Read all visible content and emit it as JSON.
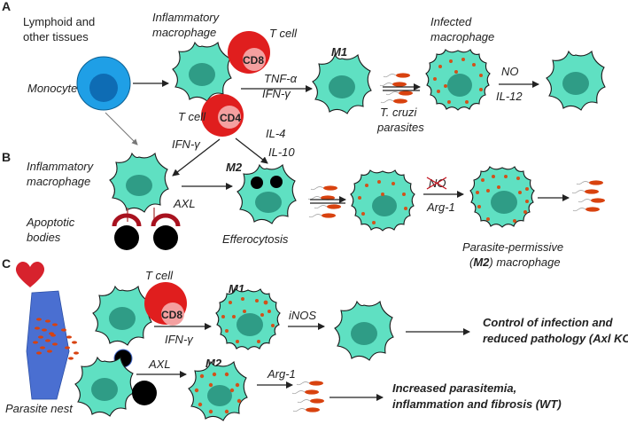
{
  "panels": {
    "a": "A",
    "b": "B",
    "c": "C"
  },
  "colors": {
    "macrophage": "#5fe0c2",
    "nucleus": "#2f9c86",
    "parasite": "#d8420f",
    "tcell_outer": "#e01e1e",
    "tcell_inner": "#f4a0a0",
    "monocyte": "#1f9fe6",
    "nest": "#4a6fd1",
    "heart": "#d7222d"
  },
  "icons": [
    "heart-icon",
    "monocyte-icon",
    "macrophage-icon",
    "t-cell-icon",
    "parasite-icon",
    "apoptotic-body-icon",
    "parasite-nest-icon"
  ],
  "panel_a": {
    "lymphoid_line1": "Lymphoid and",
    "lymphoid_line2": "other tissues",
    "monocyte": "Monocyte",
    "infl_mac_line1": "Inflammatory",
    "infl_mac_line2": "macrophage",
    "tcell_cd8_label": "T cell",
    "cd8": "CD8",
    "tnf": "TNF-α",
    "ifn": "IFN-γ",
    "m1": "M1",
    "infected_line1": "Infected",
    "infected_line2": "macrophage",
    "tcruzi_line1": "T. cruzi",
    "tcruzi_line2": "parasites",
    "no": "NO",
    "il12": "IL-12",
    "tcell_cd4_label": "T cell",
    "cd4": "CD4",
    "ifn_cd4": "IFN-γ",
    "il4": "IL-4",
    "il10": "IL-10"
  },
  "panel_b": {
    "infl_mac_line1": "Inflammatory",
    "infl_mac_line2": "macrophage",
    "axl": "AXL",
    "apoptotic_line1": "Apoptotic",
    "apoptotic_line2": "bodies",
    "m2": "M2",
    "efferocytosis": "Efferocytosis",
    "no_crossed": "NO",
    "arg1": "Arg-1",
    "permissive_line1": "Parasite-permissive",
    "permissive_open": "(",
    "permissive_m2": "M2",
    "permissive_close": ") macrophage"
  },
  "panel_c": {
    "tcell_label": "T cell",
    "cd8": "CD8",
    "ifn": "IFN-γ",
    "m1": "M1",
    "inos": "iNOS",
    "control_line1": "Control of infection and",
    "control_line2": "reduced pathology (Axl KO)",
    "axl": "AXL",
    "m2": "M2",
    "arg1": "Arg-1",
    "increased_line1": "Increased parasitemia,",
    "increased_line2": "inflammation and fibrosis (WT)",
    "nest": "Parasite nest"
  }
}
